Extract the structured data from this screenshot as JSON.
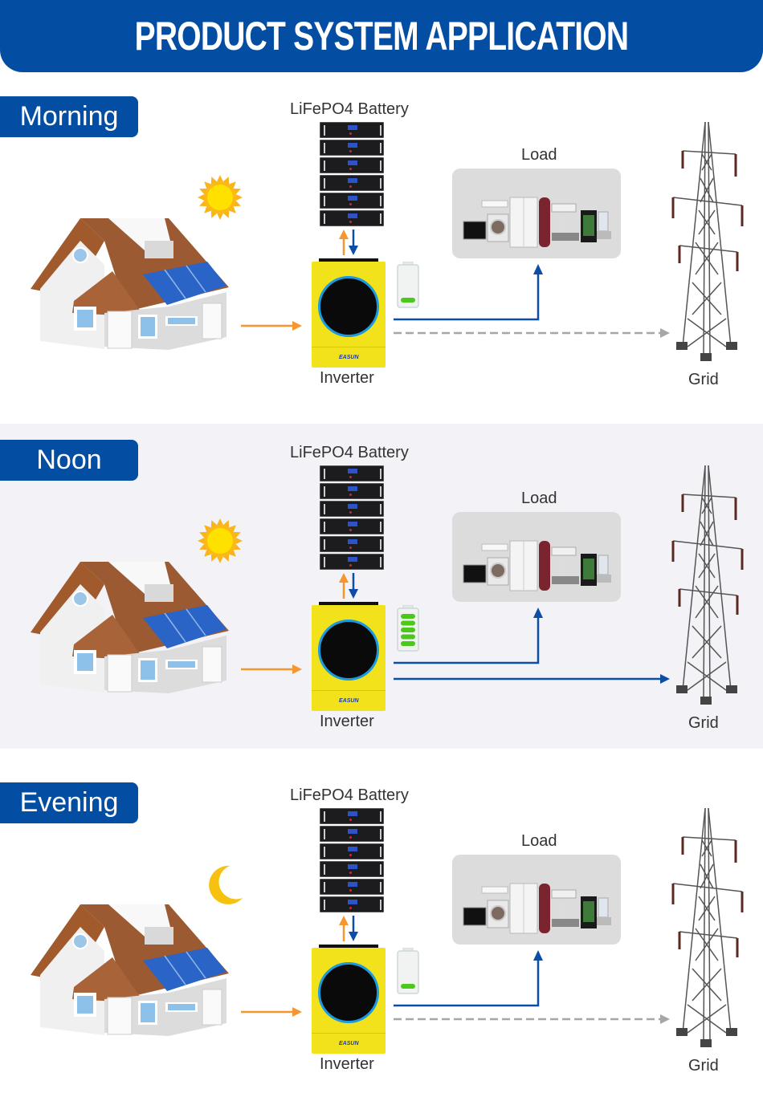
{
  "header": {
    "title": "PRODUCT SYSTEM APPLICATION"
  },
  "colors": {
    "brand_blue": "#034ea2",
    "solar_arrow": "#f5962e",
    "power_arrow": "#0c4ea5",
    "grid_dashed": "#a6a6a6",
    "inverter_yellow": "#f2e21c",
    "battery_green": "#4cc81c"
  },
  "labels": {
    "battery": "LiFePO4 Battery",
    "load": "Load",
    "inverter": "Inverter",
    "grid": "Grid",
    "inverter_brand": "EASUN"
  },
  "scenes": [
    {
      "time": "Morning",
      "sky_icon": "sun-icon",
      "battery_charge_bars": 1,
      "grid_flow": "dashed",
      "battery_level_max": 5
    },
    {
      "time": "Noon",
      "sky_icon": "sun-icon",
      "battery_charge_bars": 5,
      "grid_flow": "solid",
      "battery_level_max": 5
    },
    {
      "time": "Evening",
      "sky_icon": "moon-icon",
      "battery_charge_bars": 1,
      "grid_flow": "dashed",
      "battery_level_max": 5
    }
  ]
}
